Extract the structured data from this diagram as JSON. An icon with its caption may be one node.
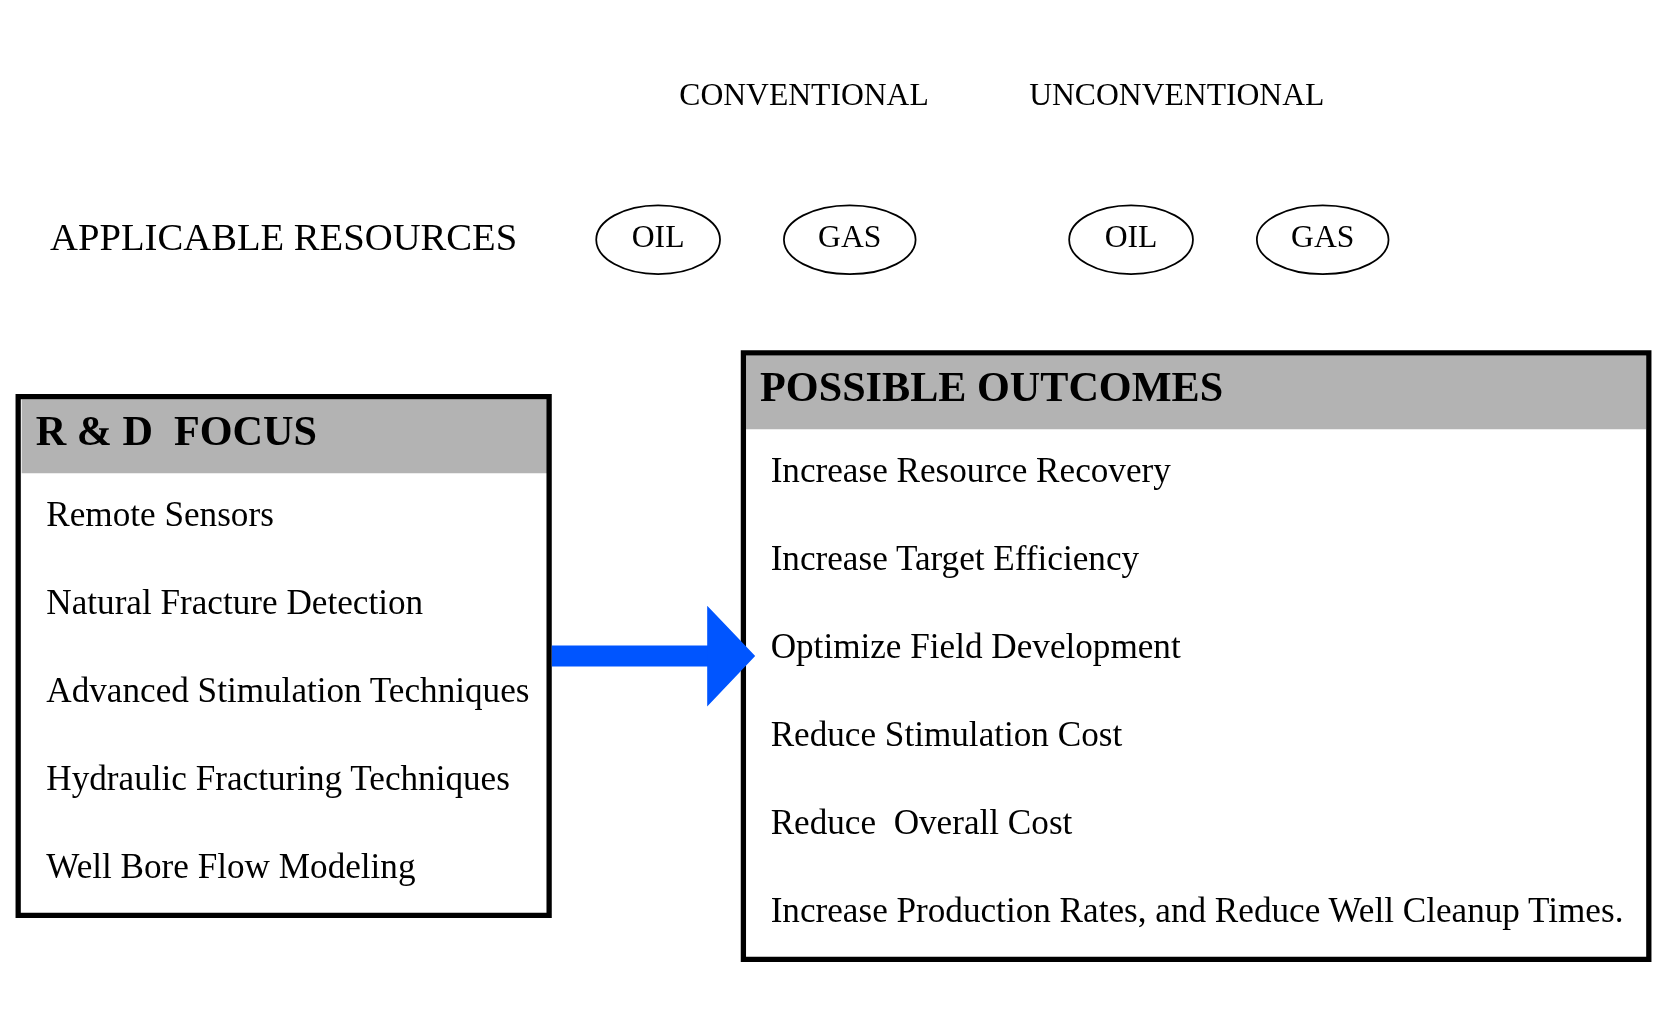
{
  "diagram": {
    "nodes": [
      {
        "text": [
          "OIL"
        ]
      },
      {
        "text": [
          "GAS"
        ]
      },
      {
        "text": [
          "OIL"
        ]
      },
      {
        "text": [
          "GAS"
        ]
      },
      {
        "text": [
          "R & D  FOCUS",
          "Remote Sensors",
          "Natural Fracture Detection",
          "Advanced Stimulation Techniques",
          "Hydraulic Fracturing Techniques",
          "Well Bore Flow Modeling"
        ]
      },
      {
        "text": [
          "POSSIBLE OUTCOMES",
          "Increase Resource Recovery",
          "Increase Target Efficiency",
          "Optimize Field Development",
          "Reduce Stimulation Cost",
          "Reduce  Overall Cost",
          "Increase Production Rates, and Reduce Well Cleanup Times."
        ]
      }
    ],
    "edges": [
      {
        "from": 4,
        "to": 5,
        "arrow": "to",
        "color": "#0055ff"
      }
    ],
    "labels": [
      "CONVENTIONAL",
      "UNCONVENTIONAL",
      "APPLICABLE RESOURCES"
    ]
  }
}
